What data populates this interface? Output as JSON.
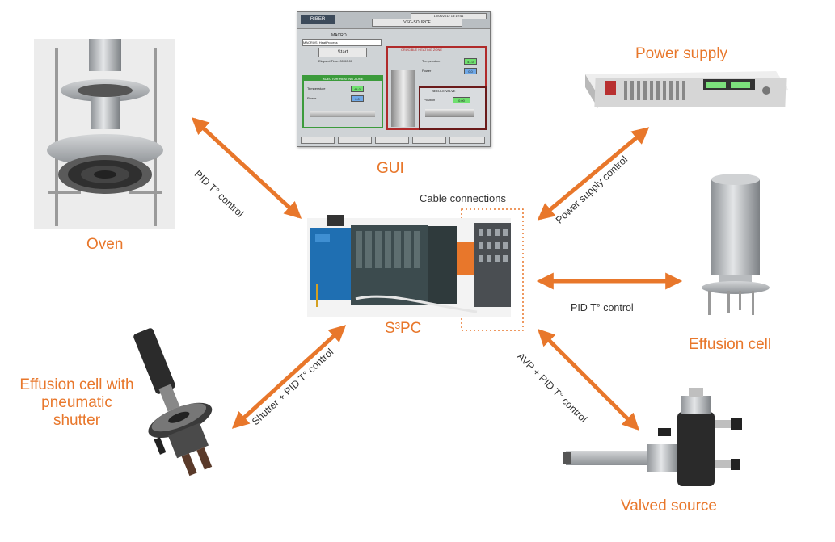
{
  "nodes": {
    "center": "S³PC",
    "gui": "GUI",
    "power_supply": "Power supply",
    "oven": "Oven",
    "effusion_cell": "Effusion cell",
    "effusion_cell_shutter": "Effusion cell with pneumatic shutter",
    "valved_source": "Valved source"
  },
  "annotations": {
    "cable_connections": "Cable connections"
  },
  "edges": {
    "oven": "PID T° control",
    "power_supply": "Power supply control",
    "effusion_cell": "PID T° control",
    "effusion_cell_shutter": "Shutter + PID T° control",
    "valved_source": "AVP + PID T° control"
  },
  "gui_screen": {
    "logo": "RIBER",
    "title": "VSG-SOURCE",
    "date": "10/05/2012 15:19:41",
    "macro_label": "MACRO",
    "macro_value": "MACROS_HeatProcess",
    "start_button": "Start",
    "elapsed": "Elapsed Time: 00:00:00",
    "crucible_zone": "CRUCIBLE HEATING ZONE",
    "injector_zone": "INJECTOR HEATING ZONE",
    "needle_valve": "NEEDLE VALVE",
    "temperature_label": "Temperature",
    "power_label": "Power",
    "position_label": "Position",
    "crucible_temp": "41.0",
    "crucible_power": "0.0",
    "injector_temp": "44.0",
    "injector_power": "0.0",
    "valve_position": "0.00"
  },
  "colors": {
    "accent": "#e8772b",
    "gui_green": "#3c9b3c",
    "gui_red": "#b02a2a"
  }
}
